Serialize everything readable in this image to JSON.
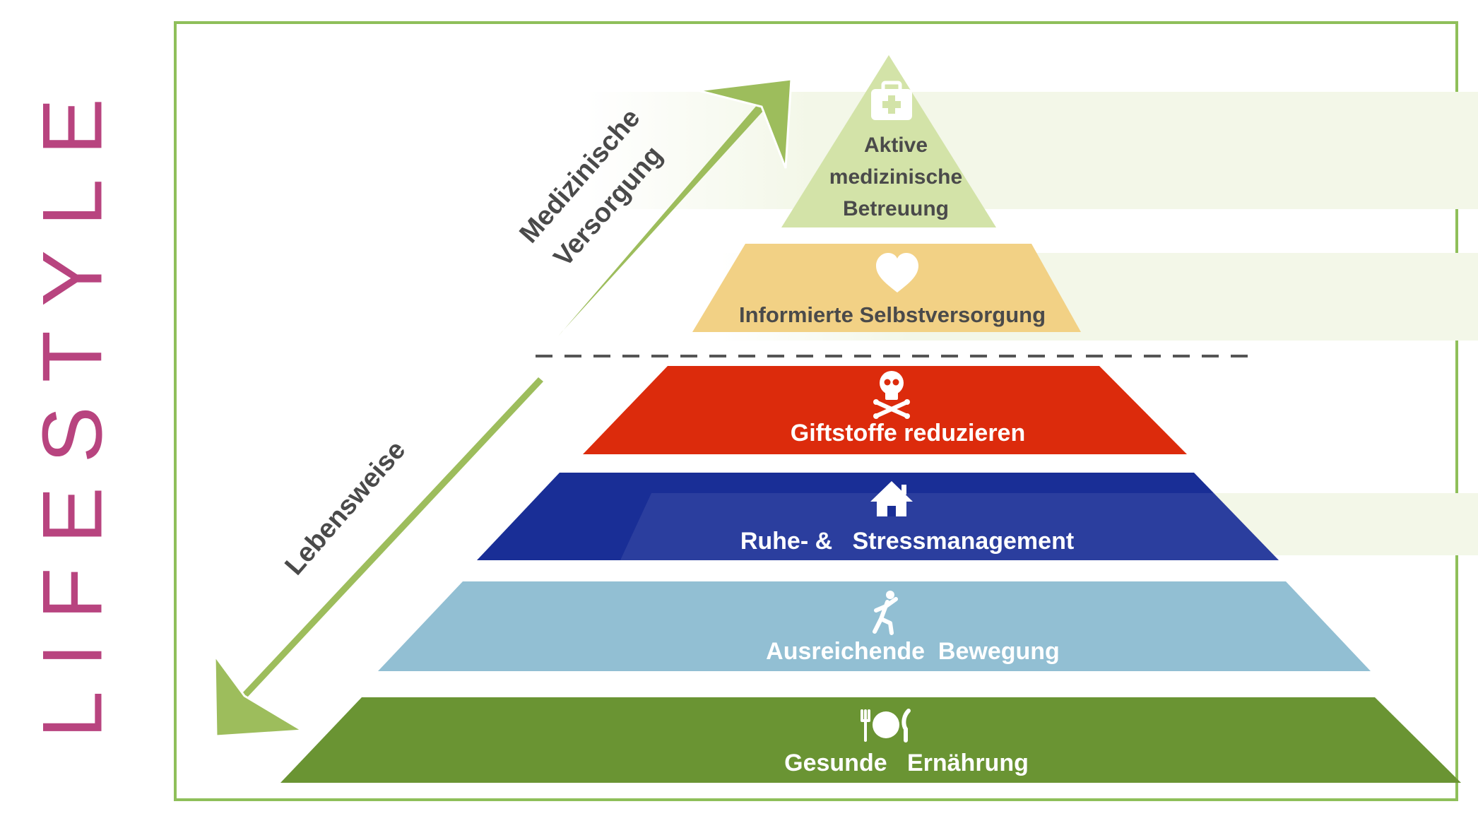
{
  "side_title": "LIFESTYLE",
  "arrows": {
    "up_label_line1": "Medizinische",
    "up_label_line2": "Versorgung",
    "down_label": "Lebensweise"
  },
  "levels": [
    {
      "icon": "first-aid-kit-icon",
      "label_lines": [
        "Aktive",
        "medizinische",
        "Betreuung"
      ]
    },
    {
      "icon": "heart-icon",
      "label_lines": [
        "Informierte Selbstversorgung"
      ]
    },
    {
      "icon": "skull-crossbones-icon",
      "label_lines": [
        "Giftstoffe reduzieren"
      ]
    },
    {
      "icon": "house-icon",
      "label_lines": [
        "Ruhe- &   Stressmanagement"
      ]
    },
    {
      "icon": "running-person-icon",
      "label_lines": [
        "Ausreichende  Bewegung"
      ]
    },
    {
      "icon": "plate-cutlery-icon",
      "label_lines": [
        "Gesunde   Ernährung"
      ]
    }
  ],
  "colors": {
    "frame": "#8fbf5a",
    "arrow": "#9dbd5c",
    "top": "#d3e3a8",
    "self_care": "#f2d185",
    "toxins": "#dc2b0c",
    "rest": "#192e96",
    "movement": "#92bfd3",
    "nutrition": "#6a9433",
    "side_title": "#b8447f",
    "dark_text": "#4a4a4a"
  }
}
